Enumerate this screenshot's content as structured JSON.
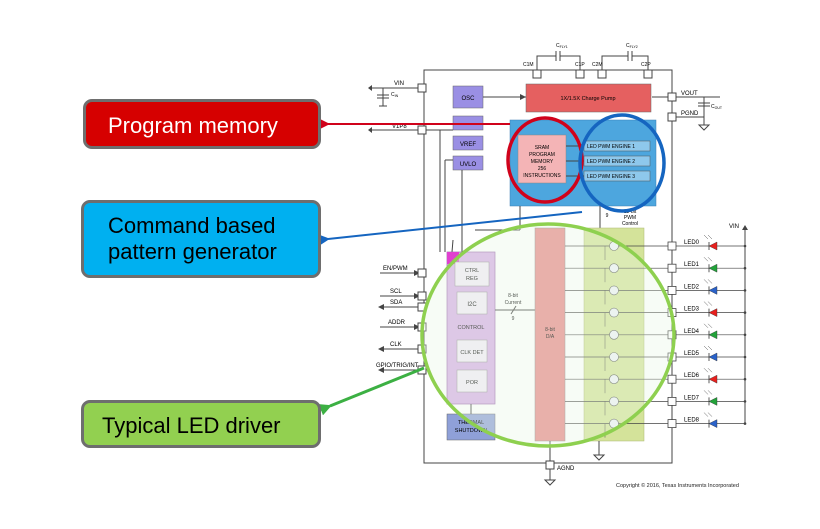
{
  "callouts": {
    "program_memory": "Program memory",
    "command_line1": "Command based",
    "command_line2": "pattern generator",
    "typical_led": "Typical LED driver"
  },
  "pins_left": [
    "VIN",
    "V1P8",
    "EN/PWM",
    "SCL",
    "SDA",
    "ADDR",
    "CLK",
    "GPIO/TRIG/INT"
  ],
  "caps": {
    "cin": "C",
    "cin_sub": "IN",
    "cfly1": "C",
    "cfly1_sub": "FLY1",
    "cfly2": "C",
    "cfly2_sub": "FLY2",
    "cout": "C",
    "cout_sub": "OUT"
  },
  "pump_pins": [
    "C1M",
    "C1P",
    "C2M",
    "C2P"
  ],
  "right_pins": [
    "VOUT",
    "PGND"
  ],
  "blocks": {
    "osc": "OSC",
    "vref": "VREF",
    "uvlo": "UVLO",
    "charge_pump": "1X/1.5X Charge Pump",
    "sram": [
      "SRAM",
      "PROGRAM",
      "MEMORY",
      "256",
      "INSTRUCTIONS"
    ],
    "engines": [
      "LED PWM ENGINE 1",
      "LED PWM ENGINE 2",
      "LED PWM ENGINE 3"
    ],
    "ctrl_reg": [
      "CTRL",
      "REG"
    ],
    "i2c": "I2C",
    "control": "CONTROL",
    "clk_det": "CLK DET",
    "por": "POR",
    "thermal": [
      "THERMAL",
      "SHUTDOWN"
    ],
    "da": [
      "8-bit",
      "D/A"
    ],
    "current_label": [
      "8-bit",
      "Current"
    ],
    "bus_width": "9",
    "pwm_bits": "9",
    "pwm_label": [
      "12-bit",
      "PWM",
      "Control"
    ],
    "agnd": "AGND",
    "vin_right": "VIN"
  },
  "leds": [
    {
      "label": "LED0",
      "color": "#e8201e"
    },
    {
      "label": "LED1",
      "color": "#22a33a"
    },
    {
      "label": "LED2",
      "color": "#2a62c9"
    },
    {
      "label": "LED3",
      "color": "#e8201e"
    },
    {
      "label": "LED4",
      "color": "#22a33a"
    },
    {
      "label": "LED5",
      "color": "#2a62c9"
    },
    {
      "label": "LED6",
      "color": "#e8201e"
    },
    {
      "label": "LED7",
      "color": "#22a33a"
    },
    {
      "label": "LED8",
      "color": "#2a62c9"
    }
  ],
  "copyright": "Copyright © 2016, Texas Instruments Incorporated",
  "colors": {
    "red_callout": "#d60000",
    "blue_callout": "#00b0f0",
    "green_callout": "#92d050",
    "red_ellipse": "#d0021b",
    "blue_ellipse": "#1565c0",
    "green_ellipse": "#8ed04f"
  }
}
